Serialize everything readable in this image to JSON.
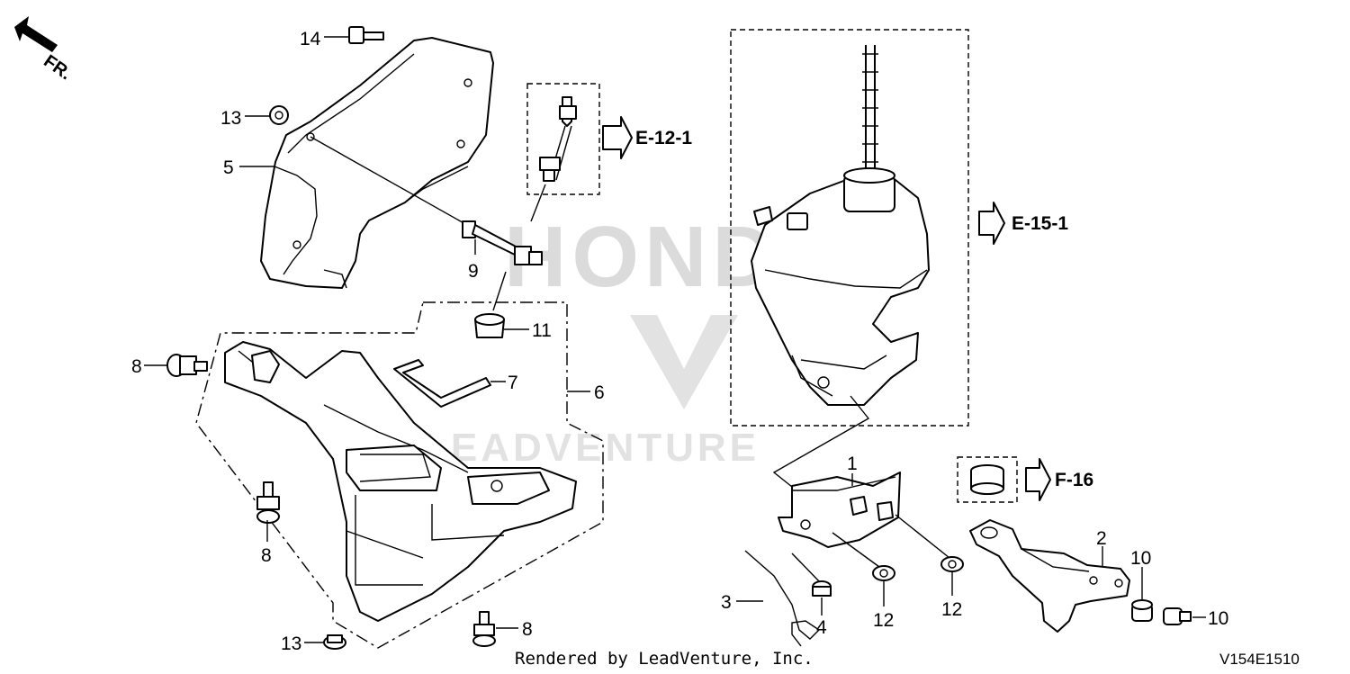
{
  "diagram": {
    "watermark_brand": "HONDA",
    "watermark_dealer": "LEADVENTURE",
    "direction_label": "FR.",
    "callouts": [
      {
        "id": "c14",
        "text": "14"
      },
      {
        "id": "c13a",
        "text": "13"
      },
      {
        "id": "c5",
        "text": "5"
      },
      {
        "id": "c9",
        "text": "9"
      },
      {
        "id": "c11",
        "text": "11"
      },
      {
        "id": "c8a",
        "text": "8"
      },
      {
        "id": "c7",
        "text": "7"
      },
      {
        "id": "c6",
        "text": "6"
      },
      {
        "id": "c8b",
        "text": "8"
      },
      {
        "id": "c13b",
        "text": "13"
      },
      {
        "id": "c8c",
        "text": "8"
      },
      {
        "id": "c1",
        "text": "1"
      },
      {
        "id": "c3",
        "text": "3"
      },
      {
        "id": "c4",
        "text": "4"
      },
      {
        "id": "c12a",
        "text": "12"
      },
      {
        "id": "c12b",
        "text": "12"
      },
      {
        "id": "c2",
        "text": "2"
      },
      {
        "id": "c10a",
        "text": "10"
      },
      {
        "id": "c10b",
        "text": "10"
      }
    ],
    "references": {
      "e12": "E-12-1",
      "e15": "E-15-1",
      "f16": "F-16"
    },
    "footer_text": "Rendered by LeadVenture, Inc.",
    "diagram_code": "V154E1510"
  }
}
